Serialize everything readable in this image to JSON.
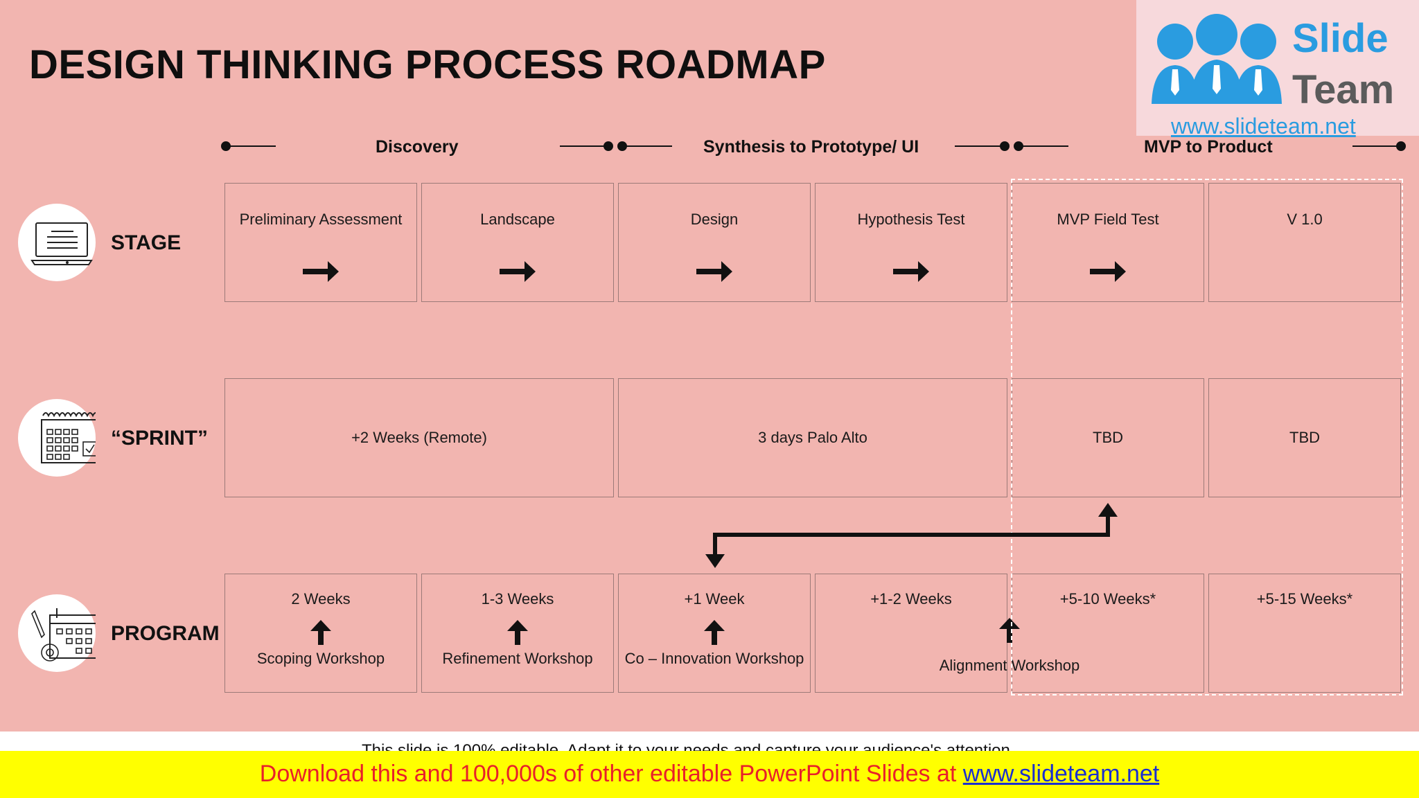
{
  "title": "DESIGN THINKING PROCESS ROADMAP",
  "logo": {
    "line1": "Slide",
    "line2": "Team",
    "url": "www.slideteam.net"
  },
  "phases": [
    "Discovery",
    "Synthesis to Prototype/ UI",
    "MVP to Product"
  ],
  "rows": {
    "stage": "STAGE",
    "sprint": "“SPRINT”",
    "program": "PROGRAM"
  },
  "stages": [
    "Preliminary Assessment",
    "Landscape",
    "Design",
    "Hypothesis Test",
    "MVP Field Test",
    "V 1.0"
  ],
  "sprints": [
    "+2 Weeks (Remote)",
    "3 days Palo Alto",
    "TBD",
    "TBD"
  ],
  "program": {
    "durations": [
      "2 Weeks",
      "1-3 Weeks",
      "+1 Week",
      "+1-2 Weeks",
      "+5-10 Weeks*",
      "+5-15 Weeks*"
    ],
    "workshops": [
      "Scoping Workshop",
      "Refinement Workshop",
      "Co – Innovation Workshop",
      "Alignment Workshop"
    ]
  },
  "footer": {
    "note": "This slide is 100% editable. Adapt it to your needs and capture your audience's attention.",
    "promo_text": "Download this and 100,000s of other editable PowerPoint Slides at ",
    "promo_link": "www.slideteam.net"
  }
}
